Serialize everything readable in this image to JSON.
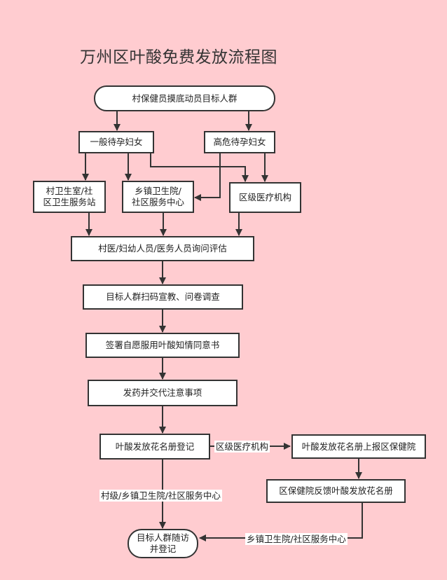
{
  "title": "万州区叶酸免费发放流程图",
  "nodes": {
    "start": "村保健员摸底动员目标人群",
    "general": "一般待孕妇女",
    "highrisk": "高危待孕妇女",
    "village_line1": "村卫生室/社",
    "village_line2": "区卫生服务站",
    "township_line1": "乡镇卫生院/",
    "township_line2": "社区服务中心",
    "district": "区级医疗机构",
    "assess": "村医/妇幼人员/医务人员询问评估",
    "survey": "目标人群扫码宣教、问卷调查",
    "consent": "签署自愿服用叶酸知情同意书",
    "dispense": "发药并交代注意事项",
    "register": "叶酸发放花名册登记",
    "report": "叶酸发放花名册上报区保健院",
    "feedback": "区保健院反馈叶酸发放花名册",
    "followup_line1": "目标人群随访",
    "followup_line2": "并登记"
  },
  "edge_labels": {
    "register_to_report": "区级医疗机构",
    "register_to_followup": "村级/乡镇卫生院/社区服务中心",
    "feedback_to_followup": "乡镇卫生院/社区服务中心"
  }
}
